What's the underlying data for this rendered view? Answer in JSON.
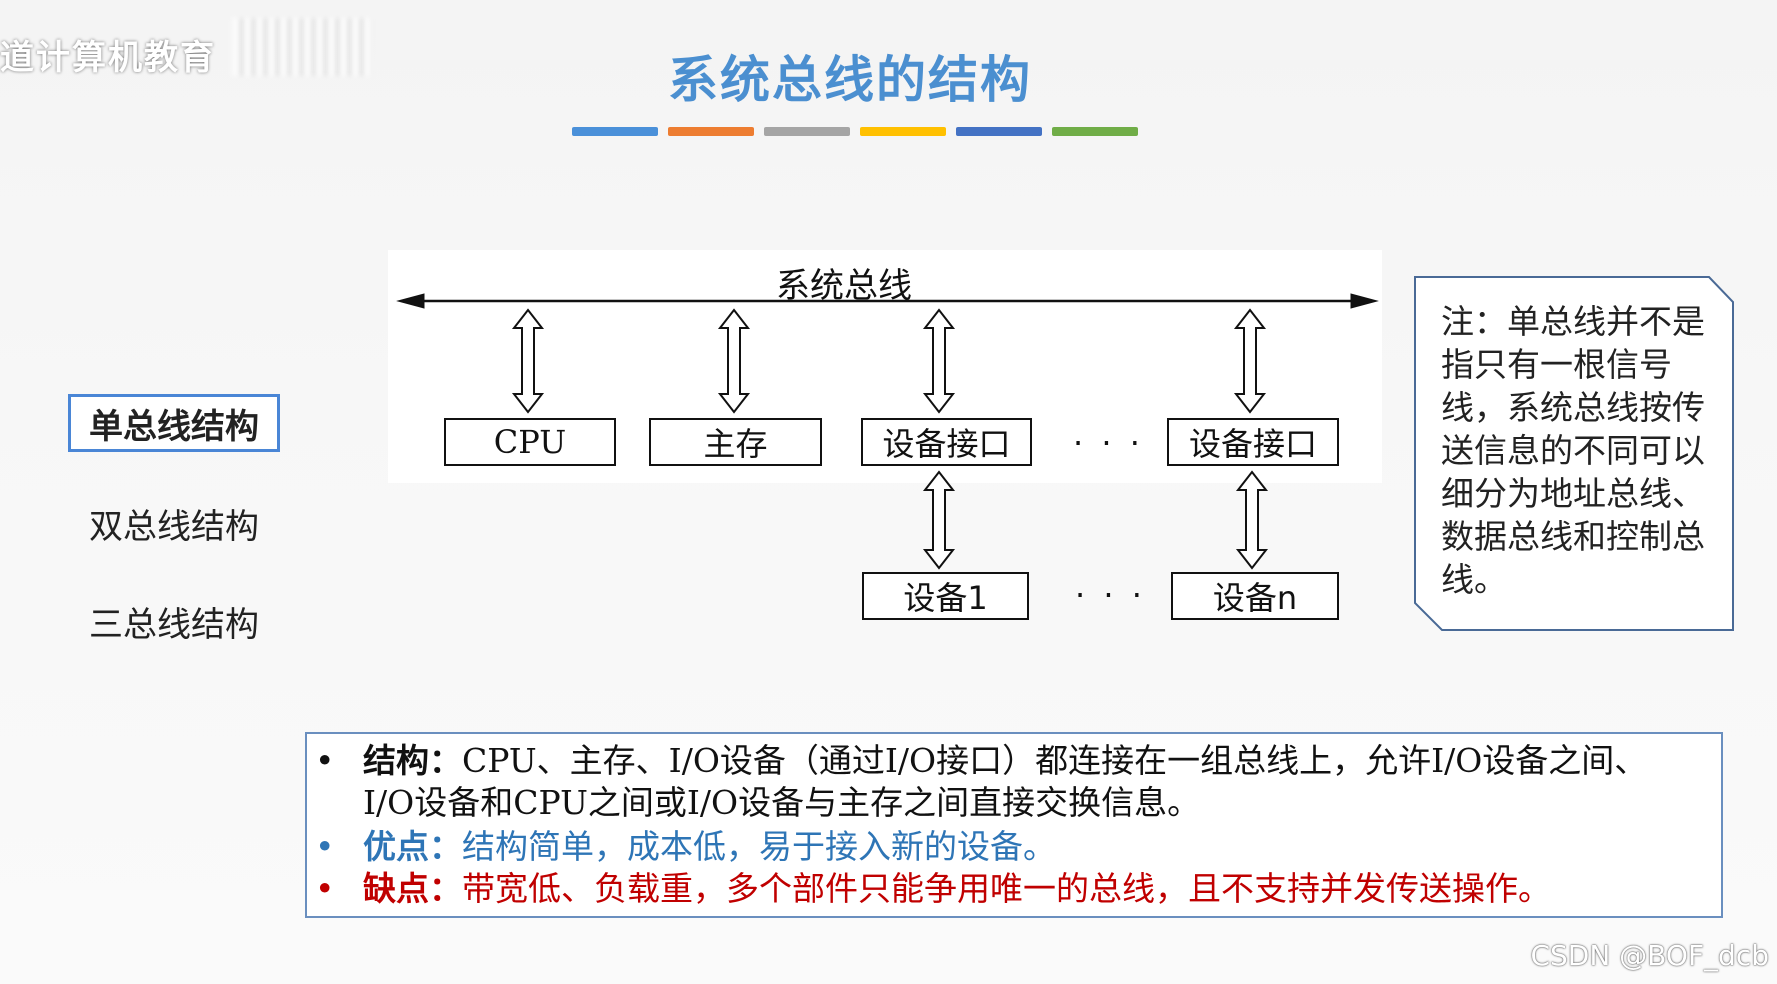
{
  "watermark": "道计算机教育",
  "title": "系统总线的结构",
  "color_bars": [
    "#4a90d9",
    "#ed7d31",
    "#a5a5a5",
    "#ffc000",
    "#4472c4",
    "#70ad47"
  ],
  "nav": {
    "items": [
      "单总线结构",
      "双总线结构",
      "三总线结构"
    ],
    "active_index": 0
  },
  "diagram": {
    "bus_label": "系统总线",
    "top_boxes": [
      "CPU",
      "主存",
      "设备接口",
      "设备接口"
    ],
    "bottom_boxes": [
      "设备1",
      "设备n"
    ],
    "ellipsis": "· · ·",
    "ellipsis_bottom": "· · ·"
  },
  "note": "注：单总线并不是指只有一根信号线，系统总线按传送信息的不同可以细分为地址总线、数据总线和控制总线。",
  "info": {
    "structure_label": "结构：",
    "structure_text": "CPU、主存、I/O设备（通过I/O接口）都连接在一组总线上，允许I/O设备之间、I/O设备和CPU之间或I/O设备与主存之间直接交换信息。",
    "pros_label": "优点：",
    "pros_text": "结构简单，成本低，易于接入新的设备。",
    "cons_label": "缺点：",
    "cons_text": "带宽低、负载重，多个部件只能争用唯一的总线，且不支持并发传送操作。",
    "bullet": "•",
    "colors": {
      "structure": "#111111",
      "pros": "#2e75b6",
      "cons": "#c00000"
    }
  },
  "source_mark": "CSDN @BOF_dcb"
}
